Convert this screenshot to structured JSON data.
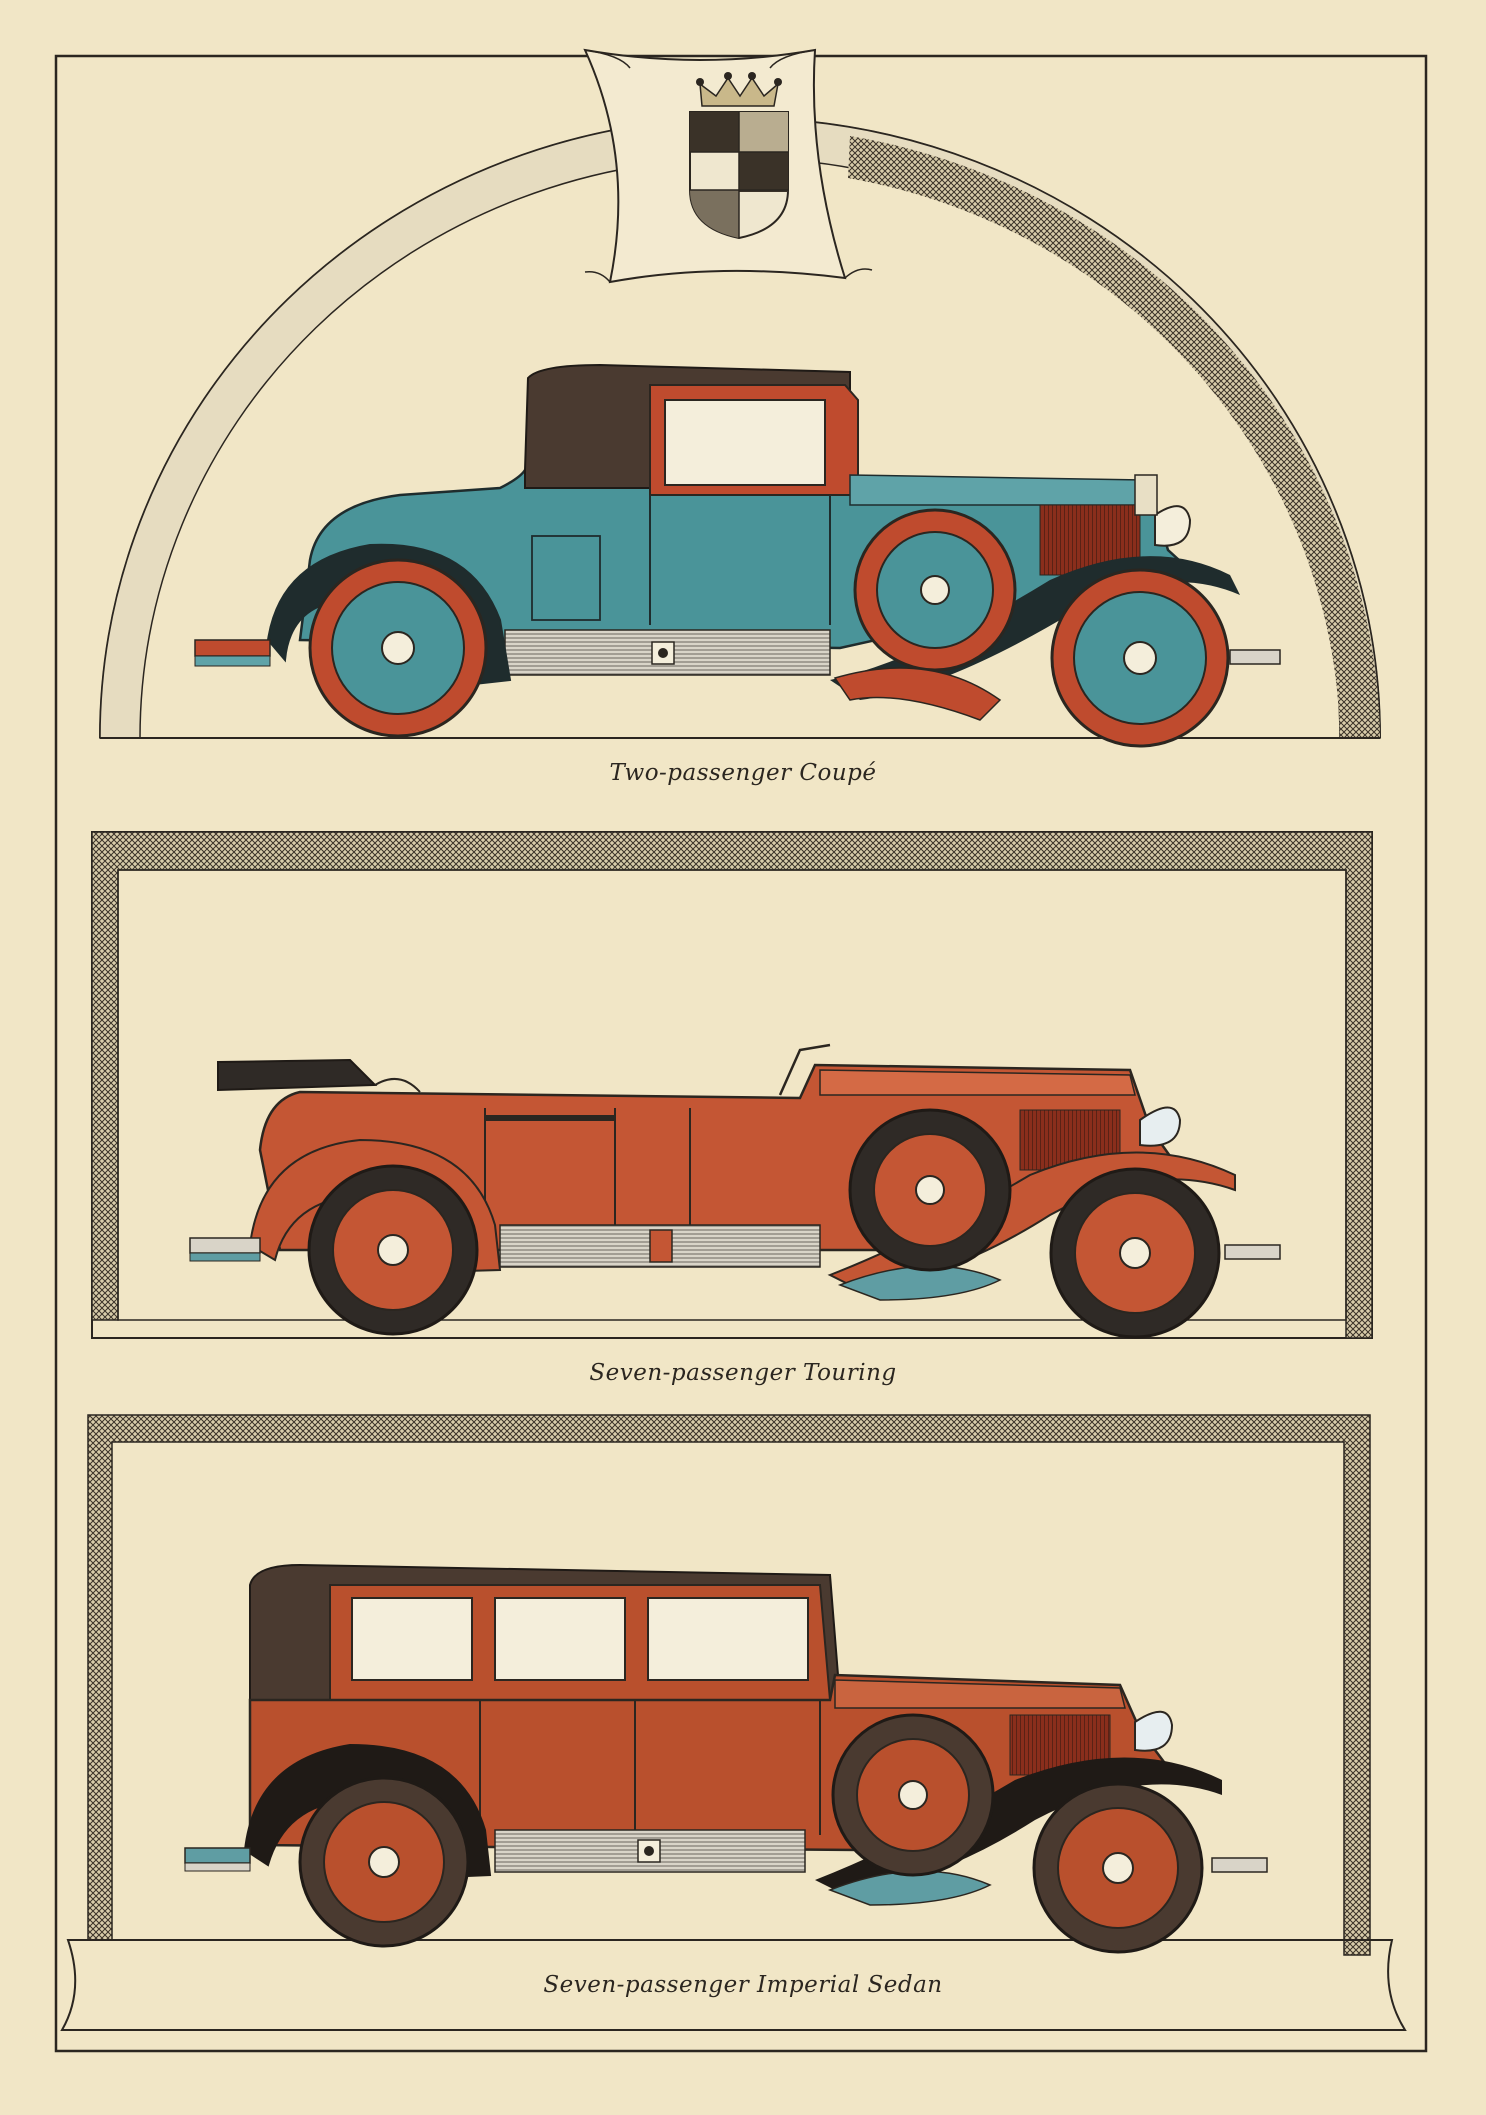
{
  "page": {
    "captions": {
      "coupe": "Two-passenger Coupé",
      "touring": "Seven-passenger Touring",
      "sedan": "Seven-passenger Imperial Sedan"
    }
  },
  "colors": {
    "paper": "#f1e6c6",
    "ink": "#2b2620",
    "coupe_body": "#4a9499",
    "coupe_accent": "#bf4b2e",
    "touring_body": "#c45634",
    "sedan_body": "#b9502d",
    "roof": "#4a3a30",
    "teal_fender": "#5f9da3"
  },
  "icons": {
    "crest": "cadillac-crest-icon"
  }
}
